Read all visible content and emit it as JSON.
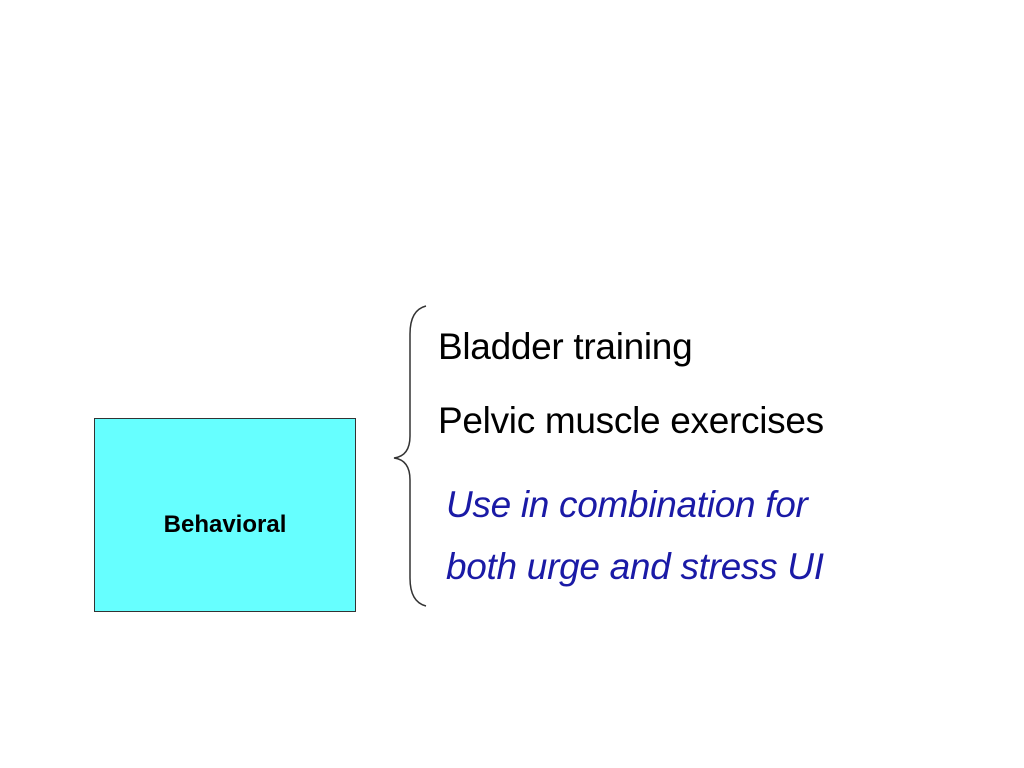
{
  "colors": {
    "box_fill": "#66ffff",
    "note_text": "#1a1aa6",
    "brace_stroke": "#333333"
  },
  "diagram": {
    "category": "Behavioral",
    "items": [
      "Bladder training",
      "Pelvic muscle exercises"
    ],
    "note_lines": [
      "Use in combination for",
      "both urge and stress UI"
    ]
  }
}
